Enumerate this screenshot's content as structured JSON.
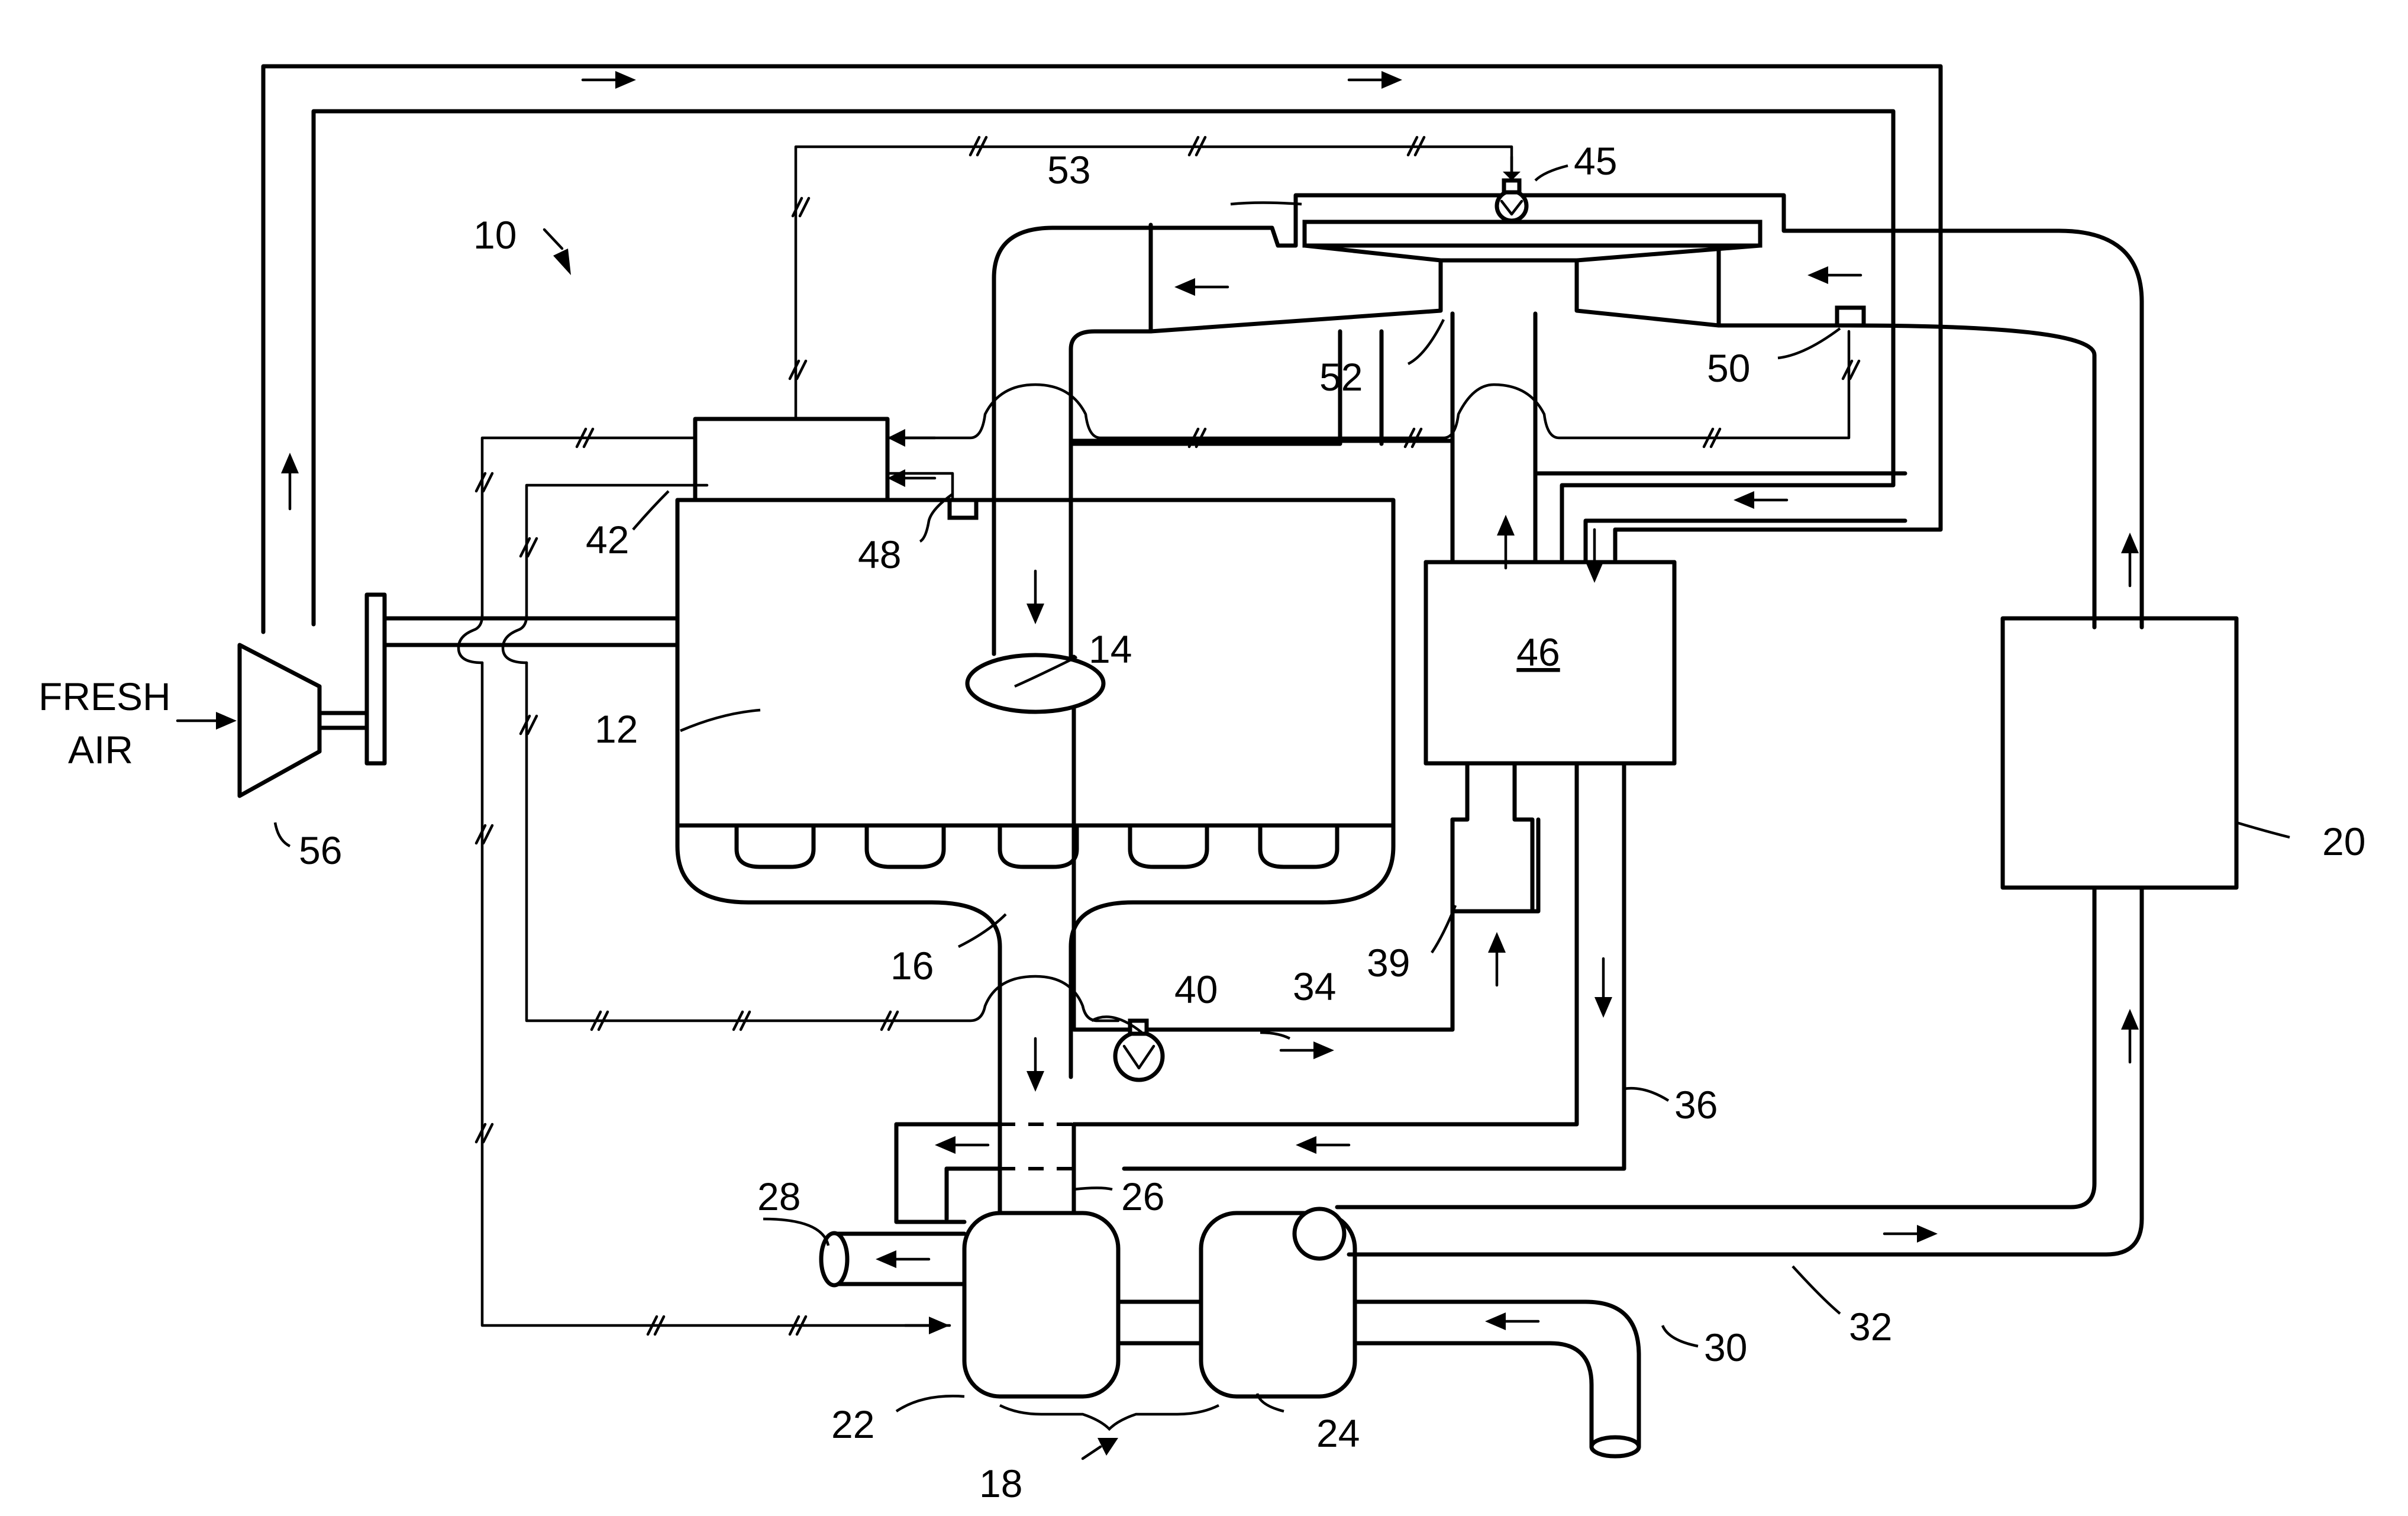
{
  "labels": {
    "fresh_air_1": "FRESH",
    "fresh_air_2": "AIR",
    "n10": "10",
    "n12": "12",
    "n14": "14",
    "n16": "16",
    "n18": "18",
    "n20": "20",
    "n22": "22",
    "n24": "24",
    "n26": "26",
    "n28": "28",
    "n30": "30",
    "n32": "32",
    "n34": "34",
    "n36": "36",
    "n39": "39",
    "n40": "40",
    "n42": "42",
    "n45": "45",
    "n46": "46",
    "n48": "48",
    "n50": "50",
    "n52": "52",
    "n53": "53",
    "n56": "56"
  }
}
